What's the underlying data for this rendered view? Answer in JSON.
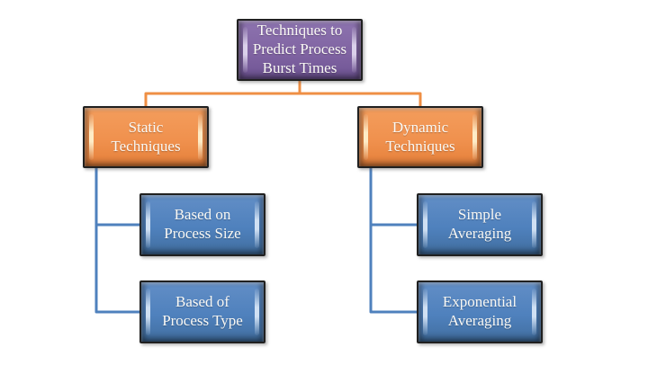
{
  "diagram": {
    "type": "hierarchy",
    "root": {
      "label": "Techniques to Predict Process Burst Times",
      "fill_color": "#8064A2"
    },
    "branches": [
      {
        "label": "Static Techniques",
        "fill_color": "#F0914E",
        "children": [
          {
            "label": "Based on Process Size",
            "fill_color": "#4F81BD"
          },
          {
            "label": "Based of Process Type",
            "fill_color": "#4F81BD"
          }
        ]
      },
      {
        "label": "Dynamic Techniques",
        "fill_color": "#F0914E",
        "children": [
          {
            "label": "Simple Averaging",
            "fill_color": "#4F81BD"
          },
          {
            "label": "Exponential Averaging",
            "fill_color": "#4F81BD"
          }
        ]
      }
    ],
    "colors": {
      "connector_level1": "#EF8F44",
      "connector_level2": "#4F81BD",
      "node_border": "#202020",
      "node_text": "#FAF9F5",
      "background": "#FFFFFF"
    }
  }
}
